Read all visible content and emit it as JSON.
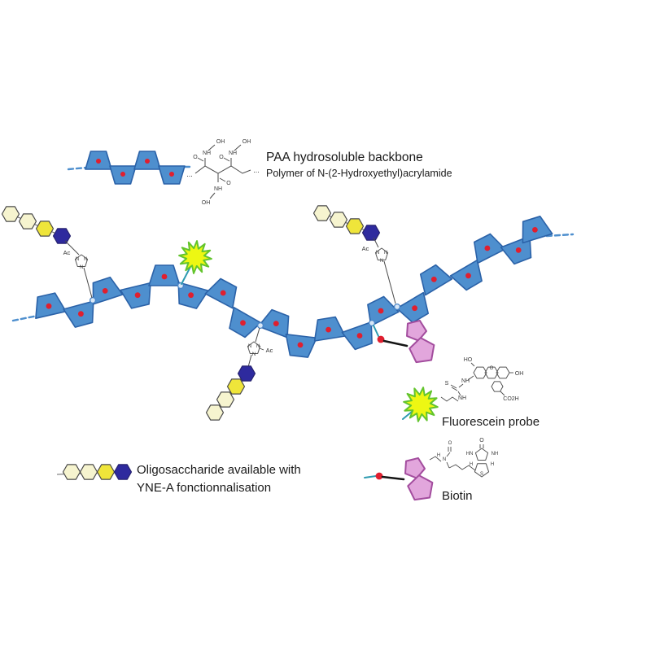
{
  "figure": {
    "backbone_title": "PAA hydrosoluble backbone",
    "backbone_subtitle": "Polymer of N-(2-Hydroxyethyl)acrylamide",
    "fluorescein_label": "Fluorescein probe",
    "biotin_label": "Biotin",
    "oligo_label_line1": "Oligosaccharide available with",
    "oligo_label_line2": "YNE-A fonctionnalisation"
  },
  "atoms": {
    "o": "O",
    "oh": "OH",
    "ho": "HO",
    "nh": "NH",
    "hn": "HN",
    "n": "N",
    "h": "H",
    "s": "S",
    "ac": "Ac",
    "co2h": "CO2H",
    "ellipsis": "..."
  },
  "colors": {
    "backbone_unit_fill": "#4e8fce",
    "backbone_unit_stroke": "#2b62a8",
    "linkage_dot_red": "#e01f2f",
    "sugar_cream": "#f6f4cf",
    "sugar_yellow": "#efe53a",
    "sugar_navy": "#2e2a9e",
    "biotin_pink_fill": "#e2a6dc",
    "biotin_pink_stroke": "#a34d9e",
    "fluorescein_star_fill": "#edf713",
    "fluorescein_star_stroke": "#63c42d",
    "linker_teal": "#2e9bb0"
  }
}
